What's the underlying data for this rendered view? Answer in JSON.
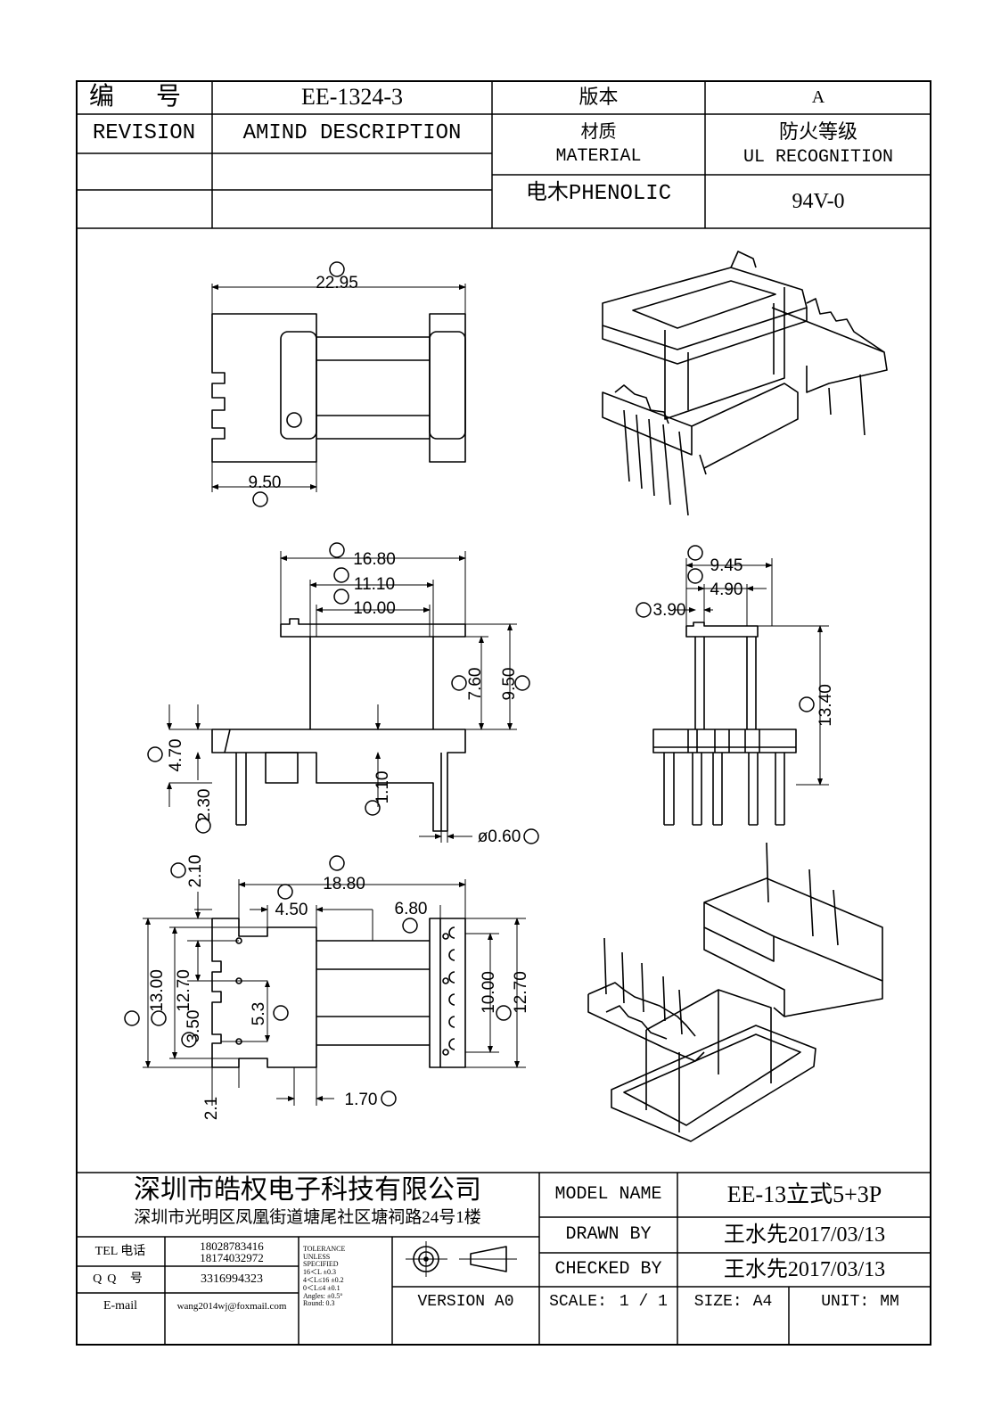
{
  "title_block": {
    "number_label": "编 号",
    "number_value": "EE-1324-3",
    "version_label": "版本",
    "version_value": "A",
    "revision_label": "REVISION",
    "amind_label": "AMIND DESCRIPTION",
    "material_cn": "材质",
    "material_en": "MATERIAL",
    "material_value": "电木PHENOLIC",
    "fire_cn": "防火等级",
    "fire_en": "UL RECOGNITION",
    "fire_value": "94V-0"
  },
  "dimensions": {
    "A": "22.95",
    "B": "9.50",
    "C": "16.80",
    "D": "11.10",
    "E": "10.00",
    "F": "7.60",
    "G": "9.50",
    "H": "4.70",
    "I": "2.30",
    "J": "1.10",
    "K": "ø0.60",
    "L": "9.45",
    "M": "4.90",
    "N": "3.90",
    "O": "13.40",
    "P": "2.10",
    "Q": "13.00",
    "R": "12.70",
    "S": "3.50",
    "T": "18.80",
    "U": "4.50",
    "V": "6.80",
    "W": "10.00",
    "X": "12.70",
    "Y": "1.70",
    "Z": "5.3",
    "pitch": "2.1"
  },
  "footer": {
    "company_name": "深圳市皓权电子科技有限公司",
    "company_address": "深圳市光明区凤凰街道塘尾社区塘祠路24号1楼",
    "tel_label": "TEL 电话",
    "tel_1": "18028783416",
    "tel_2": "18174032972",
    "qq_label": "QQ 号",
    "qq_value": "3316994323",
    "email_label": "E-mail",
    "email_value": "wang2014wj@foxmail.com",
    "tolerance": [
      "TOLERANCE",
      "UNLESS",
      "SPECIFIED",
      "16＜L ±0.3",
      "4＜L≤16 ±0.2",
      "0＜L≤4 ±0.1",
      "Angles: ±0.5°",
      "Round: 0.3"
    ],
    "version": "VERSION A0",
    "model_label": "MODEL NAME",
    "model_value": "EE-13立式5+3P",
    "drawn_label": "DRAWN BY",
    "drawn_value": "王水先2017/03/13",
    "checked_label": "CHECKED BY",
    "checked_value": "王水先2017/03/13",
    "scale_label": "SCALE:",
    "scale_value": "1 / 1",
    "size_label": "SIZE:",
    "size_value": "A4",
    "unit_label": "UNIT:",
    "unit_value": "MM"
  }
}
